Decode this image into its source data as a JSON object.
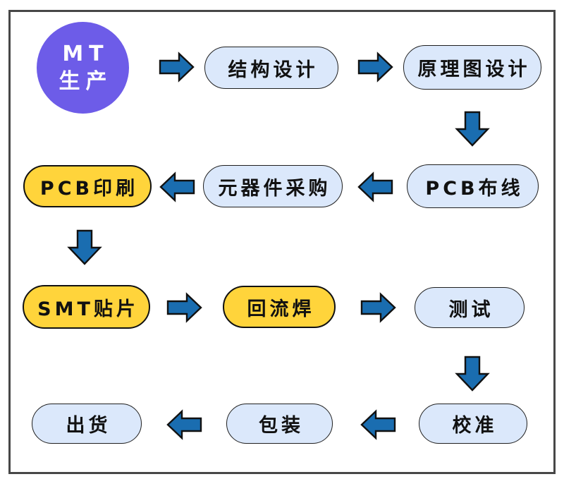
{
  "diagram": {
    "type": "flowchart",
    "start": {
      "line1": "MT",
      "line2": "生产"
    },
    "nodes": {
      "structure_design": "结构设计",
      "schematic_design": "原理图设计",
      "pcb_layout": "PCB布线",
      "component_sourcing": "元器件采购",
      "pcb_printing": "PCB印刷",
      "smt_mounting": "SMT贴片",
      "reflow_soldering": "回流焊",
      "testing": "测试",
      "calibration": "校准",
      "packaging": "包装",
      "shipping": "出货"
    },
    "flow_order": [
      "MT 生产",
      "结构设计",
      "原理图设计",
      "PCB布线",
      "元器件采购",
      "PCB印刷",
      "SMT贴片",
      "回流焊",
      "测试",
      "校准",
      "包装",
      "出货"
    ],
    "colors": {
      "frame": "#474747",
      "start_fill": "#6D5CE8",
      "process_fill": "#DBE8FB",
      "process_border": "#1f1f1f",
      "highlight_fill": "#FFD43B",
      "highlight_border": "#111111",
      "arrow_fill": "#1A6DB0",
      "arrow_border": "#111111",
      "text": "#111111",
      "text_on_start": "#FFFFFF"
    }
  }
}
